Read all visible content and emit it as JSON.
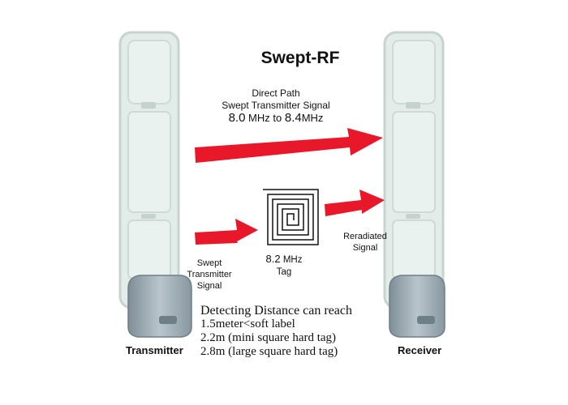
{
  "title": "Swept-RF",
  "direct_path": {
    "line1": "Direct Path",
    "line2": "Swept Transmitter Signal",
    "freq_low": "8.0",
    "freq_high": "8.4",
    "unit": "MHz",
    "to": "to"
  },
  "tag": {
    "freq": "8.2",
    "unit": "MHz",
    "label": "Tag"
  },
  "swept_signal": {
    "line1": "Swept",
    "line2": "Transmitter",
    "line3": "Signal"
  },
  "reradiated_signal": {
    "line1": "Reradiated",
    "line2": "Signal"
  },
  "detecting": {
    "heading": "Detecting Distance can reach",
    "items": [
      "1.5meter<soft label",
      "2.2m (mini square hard tag)",
      "2.8m (large square hard tag)"
    ]
  },
  "captions": {
    "transmitter": "Transmitter",
    "receiver": "Receiver"
  },
  "colors": {
    "arrow": "#e8182a",
    "panel_fill": "#e4eeea",
    "panel_frame": "#d2dcd8",
    "base_fill": "#9aa9b2",
    "text": "#111111"
  }
}
